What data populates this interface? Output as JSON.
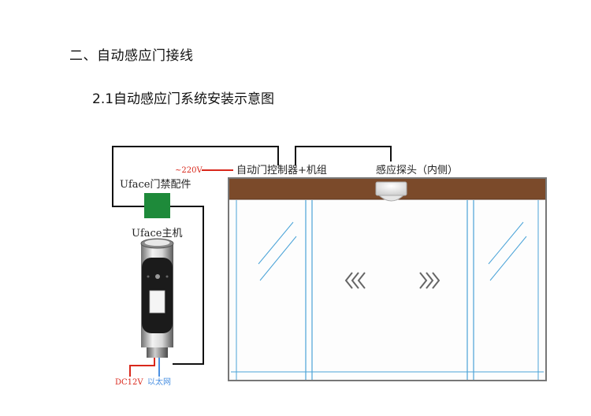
{
  "section": {
    "heading": "二、自动感应门接线",
    "subheading": "2.1自动感应门系统安装示意图"
  },
  "diagram": {
    "labels": {
      "voltage": "~220V",
      "controller": "自动门控制器+机组",
      "sensor": "感应探头（内侧）",
      "accessory": "Uface门禁配件",
      "host": "Uface主机",
      "power": "DC12V",
      "network": "以太网"
    },
    "colors": {
      "header_beam": "#7b4a2a",
      "access_module": "#1e8a3a",
      "power_wire": "#d9281c",
      "network_wire": "#4a90e2",
      "glass_line": "#4aa3d8",
      "frame": "#777777"
    },
    "icons": {
      "arrow_left": "double-chevron-left-icon",
      "arrow_right": "double-chevron-right-icon"
    }
  }
}
